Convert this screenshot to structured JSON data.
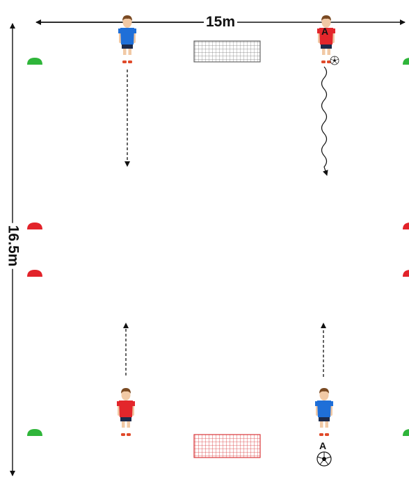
{
  "dimensions": {
    "width_label": "15m",
    "height_label": "16.5m"
  },
  "player_tags": {
    "top_right": "A",
    "bottom_right": "A"
  },
  "colors": {
    "team_blue": "#1f6fd8",
    "team_red": "#e3262b",
    "cone_green": "#2fb53a",
    "cone_red": "#e2232a",
    "goal_dark": "#555555",
    "goal_red": "#d9363a",
    "line": "#111111"
  },
  "icons": {
    "players": [
      "player-blue-top-left",
      "player-red-top-right",
      "player-red-bottom-left",
      "player-blue-bottom-right"
    ],
    "balls": [
      "ball-top-right",
      "ball-bottom-right"
    ],
    "goals": [
      "goal-top-dark",
      "goal-bottom-red"
    ],
    "cones": [
      "cone-green",
      "cone-red"
    ]
  }
}
